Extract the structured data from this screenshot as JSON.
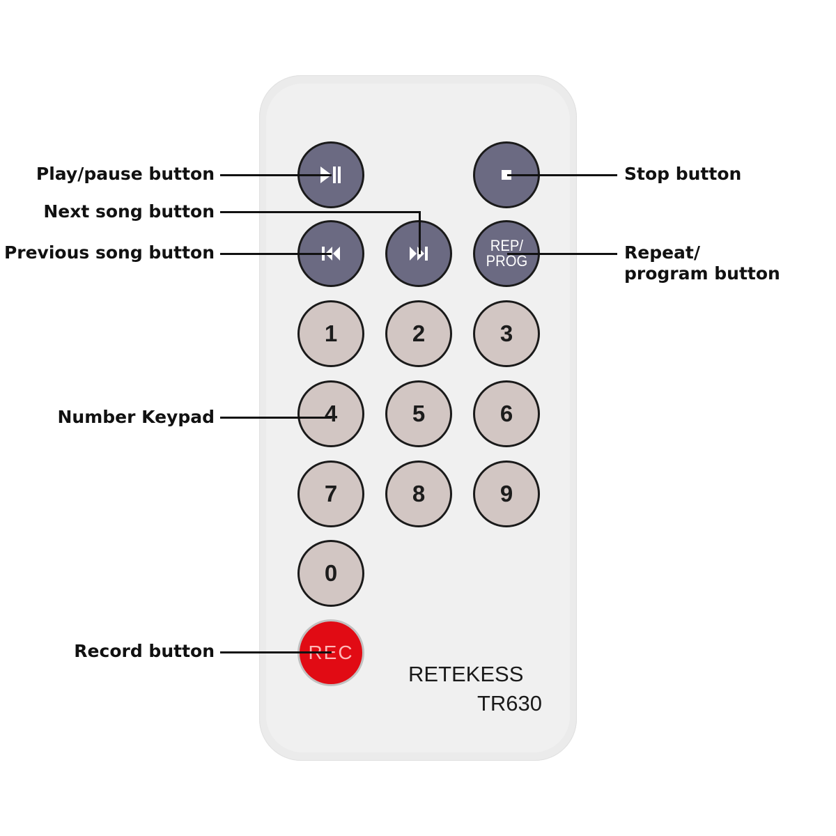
{
  "labels": {
    "play_pause": "Play/pause button",
    "next_song": "Next song button",
    "previous_song": "Previous song button",
    "number_keypad": "Number Keypad",
    "record": "Record button",
    "stop": "Stop button",
    "repeat_line1": "Repeat/",
    "repeat_line2": "program button"
  },
  "remote": {
    "rep_line1": "REP/",
    "rep_line2": "PROG",
    "keys": [
      "1",
      "2",
      "3",
      "4",
      "5",
      "6",
      "7",
      "8",
      "9",
      "0"
    ],
    "rec": "REC",
    "brand": "RETEKESS",
    "model": "TR630"
  },
  "colors": {
    "dark_button": "#6b6a82",
    "number_button": "#d2c6c3",
    "record_button": "#e10b14",
    "remote_body": "#ebebeb"
  },
  "icons": {
    "play_pause": "play-pause-icon",
    "stop": "stop-icon",
    "previous": "previous-track-icon",
    "next": "next-track-icon"
  }
}
